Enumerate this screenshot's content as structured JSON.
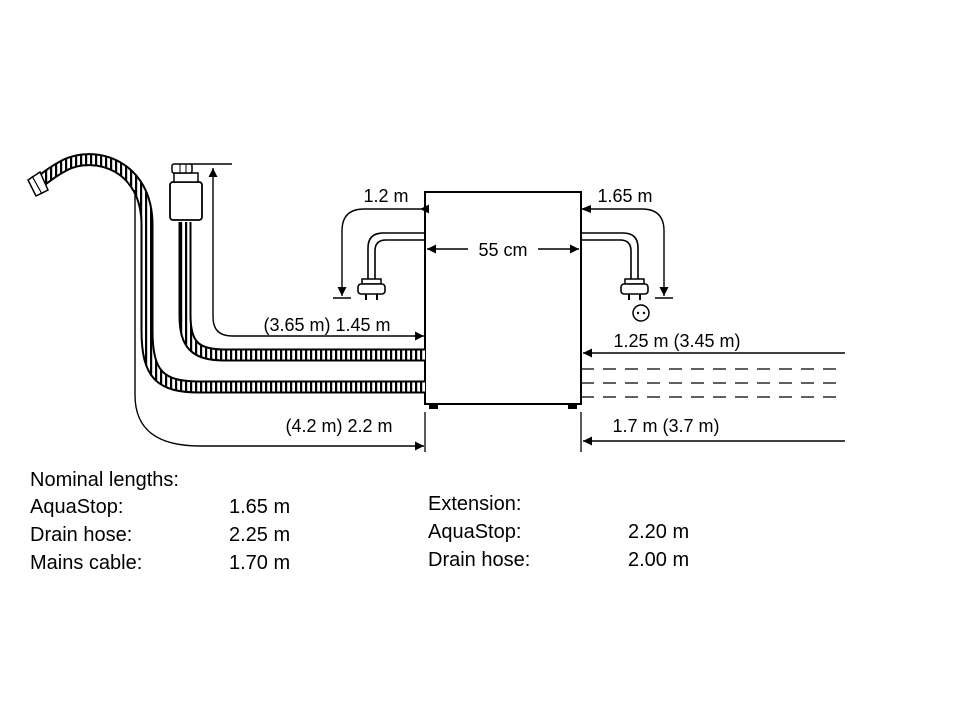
{
  "dimensions": {
    "appliance_width": "55 cm",
    "left_cable_length": "1.2 m",
    "right_cable_length": "1.65 m",
    "upper_hose_length": "(3.65 m) 1.45 m",
    "lower_hose_length": "(4.2 m) 2.2 m",
    "right_upper_length": "1.25 m (3.45 m)",
    "right_lower_length": "1.7 m (3.7 m)"
  },
  "nominal": {
    "title": "Nominal lengths:",
    "items": [
      {
        "label": "AquaStop:",
        "value": "1.65 m"
      },
      {
        "label": "Drain hose:",
        "value": "2.25 m"
      },
      {
        "label": "Mains cable:",
        "value": "1.70 m"
      }
    ]
  },
  "extension": {
    "title": "Extension:",
    "items": [
      {
        "label": "AquaStop:",
        "value": "2.20 m"
      },
      {
        "label": "Drain hose:",
        "value": "2.00 m"
      }
    ]
  }
}
